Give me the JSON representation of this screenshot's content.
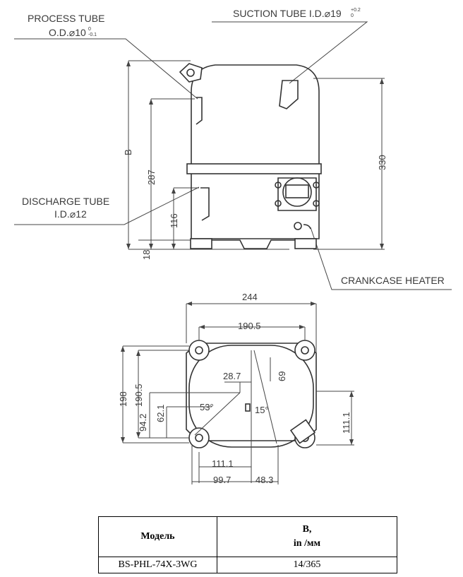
{
  "labels": {
    "process_tube": "PROCESS TUBE",
    "process_tube_od": "O.D.⌀10",
    "process_tube_tol_upper": "0",
    "process_tube_tol_lower": "-0.1",
    "suction_tube": "SUCTION TUBE I.D.⌀19",
    "suction_tube_tol_upper": "+0.2",
    "suction_tube_tol_lower": "0",
    "discharge_tube": "DISCHARGE TUBE",
    "discharge_tube_id": "I.D.⌀12",
    "crankcase_heater": "CRANKCASE HEATER"
  },
  "side_view_dims": {
    "b": "B",
    "d287": "287",
    "d330": "330",
    "d116": "116",
    "d18": "18"
  },
  "top_view_dims": {
    "d244": "244",
    "d190_5_top": "190.5",
    "d198": "198",
    "d190_5_left": "190.5",
    "d28_7": "28.7",
    "d69": "69",
    "a53": "53°",
    "a15": "15°",
    "d94_2": "94.2",
    "d62_1": "62.1",
    "d111_1_right": "111.1",
    "d111_1_bottom": "111.1",
    "d99_7": "99.7",
    "d48_3": "48.3"
  },
  "spec_table": {
    "header_model": "Модель",
    "header_b_line1": "B,",
    "header_b_line2": "in /мм",
    "rows": [
      {
        "model": "BS-PHL-74X-3WG",
        "b": "14/365"
      }
    ]
  }
}
